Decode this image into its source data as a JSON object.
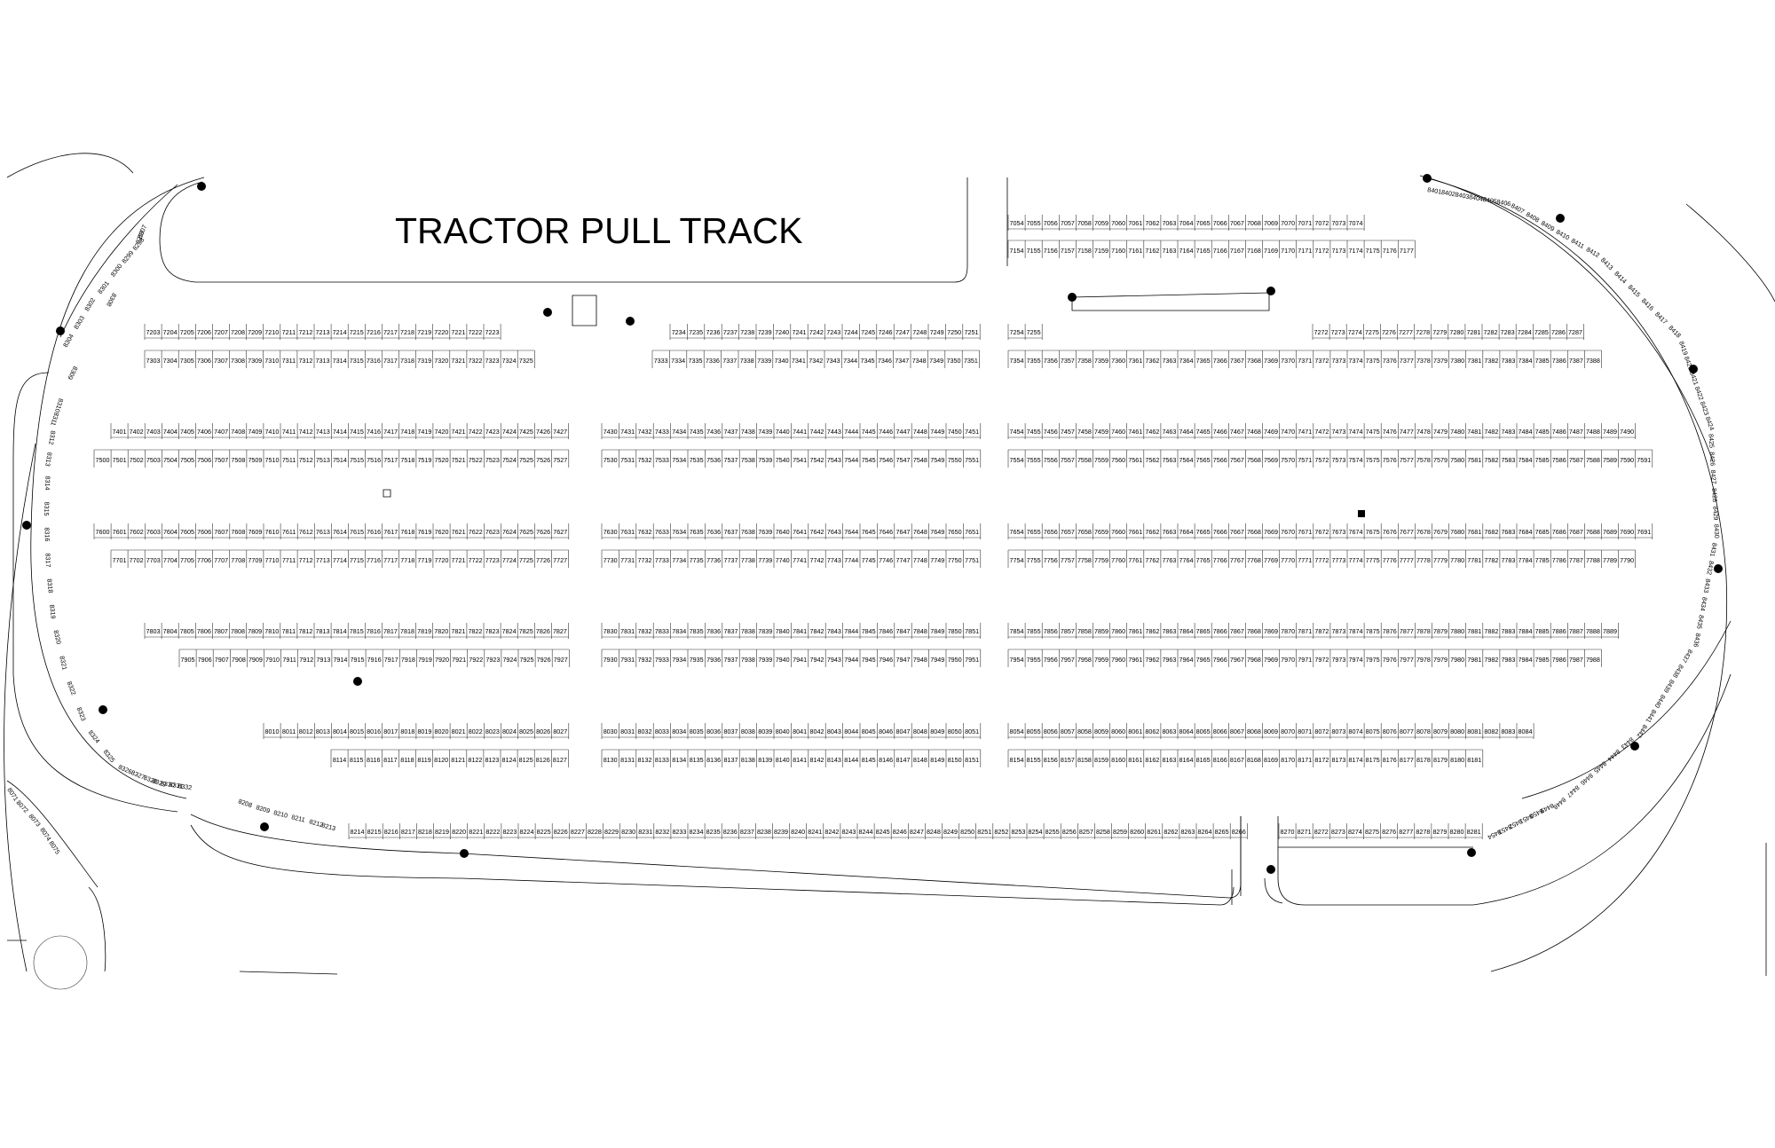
{
  "title": "TRACTOR PULL TRACK",
  "rows": [
    {
      "id": "r7200",
      "start": 7203,
      "end": 7223
    },
    {
      "id": "r7300",
      "start": 7303,
      "end": 7325
    },
    {
      "id": "r7230",
      "start": 7234,
      "end": 7251
    },
    {
      "id": "r7330",
      "start": 7333,
      "end": 7351
    },
    {
      "id": "r7050",
      "start": 7054,
      "end": 7074
    },
    {
      "id": "r7150",
      "start": 7154,
      "end": 7177
    },
    {
      "id": "r7250",
      "start": 7254,
      "end": 7255
    },
    {
      "id": "r7270",
      "start": 7272,
      "end": 7287
    },
    {
      "id": "r7350",
      "start": 7354,
      "end": 7388
    },
    {
      "id": "r7400",
      "start": 7401,
      "end": 7427
    },
    {
      "id": "r7500",
      "start": 7500,
      "end": 7527
    },
    {
      "id": "r7430",
      "start": 7430,
      "end": 7451
    },
    {
      "id": "r7530",
      "start": 7530,
      "end": 7551
    },
    {
      "id": "r7450",
      "start": 7454,
      "end": 7490
    },
    {
      "id": "r7550",
      "start": 7554,
      "end": 7591
    },
    {
      "id": "r7600",
      "start": 7600,
      "end": 7627
    },
    {
      "id": "r7700",
      "start": 7701,
      "end": 7727
    },
    {
      "id": "r7630",
      "start": 7630,
      "end": 7651
    },
    {
      "id": "r7730",
      "start": 7730,
      "end": 7751
    },
    {
      "id": "r7650",
      "start": 7654,
      "end": 7691
    },
    {
      "id": "r7750",
      "start": 7754,
      "end": 7790
    },
    {
      "id": "r7800",
      "start": 7803,
      "end": 7827
    },
    {
      "id": "r7900",
      "start": 7905,
      "end": 7927
    },
    {
      "id": "r7830",
      "start": 7830,
      "end": 7851
    },
    {
      "id": "r7930",
      "start": 7930,
      "end": 7951
    },
    {
      "id": "r7850",
      "start": 7854,
      "end": 7889
    },
    {
      "id": "r7950",
      "start": 7954,
      "end": 7988
    },
    {
      "id": "r8010",
      "start": 8010,
      "end": 8027
    },
    {
      "id": "r8110",
      "start": 8114,
      "end": 8127
    },
    {
      "id": "r8030",
      "start": 8030,
      "end": 8051
    },
    {
      "id": "r8130",
      "start": 8130,
      "end": 8151
    },
    {
      "id": "r8050",
      "start": 8054,
      "end": 8084
    },
    {
      "id": "r8150",
      "start": 8154,
      "end": 8181
    },
    {
      "id": "r8210",
      "start": 8214,
      "end": 8266
    },
    {
      "id": "r8270",
      "start": 8270,
      "end": 8281
    }
  ],
  "curves": [
    {
      "id": "c8400",
      "numbers": [
        8401,
        8402,
        8403,
        8404,
        8405,
        8406,
        8407,
        8408,
        8409,
        8410,
        8411,
        8412,
        8413,
        8414,
        8415,
        8416,
        8417,
        8418,
        8419,
        8420,
        8421,
        8422,
        8423,
        8424,
        8425,
        8426,
        8427,
        8428,
        8429,
        8430,
        8431,
        8432,
        8433,
        8434,
        8435,
        8436,
        8437,
        8438,
        8439,
        8440,
        8441,
        8442,
        8443,
        8444,
        8445,
        8446,
        8447,
        8448,
        8449,
        8450,
        8451,
        8452,
        8453,
        8454
      ]
    },
    {
      "id": "c8300",
      "numbers": [
        8304,
        8303,
        8302,
        8301,
        8300,
        8299,
        8298,
        8297,
        8307,
        8308,
        8309,
        8310,
        8311,
        8312,
        8313,
        8314,
        8315,
        8316,
        8317,
        8318,
        8319,
        8320,
        8321,
        8322,
        8323,
        8324,
        8325,
        8326,
        8327,
        8328,
        8329,
        8330,
        8331,
        8332
      ]
    },
    {
      "id": "c8200",
      "numbers": [
        8208,
        8209,
        8210,
        8211,
        8212,
        8213
      ]
    },
    {
      "id": "c8070",
      "numbers": [
        8071,
        8072,
        8073,
        8074,
        8075
      ]
    }
  ]
}
